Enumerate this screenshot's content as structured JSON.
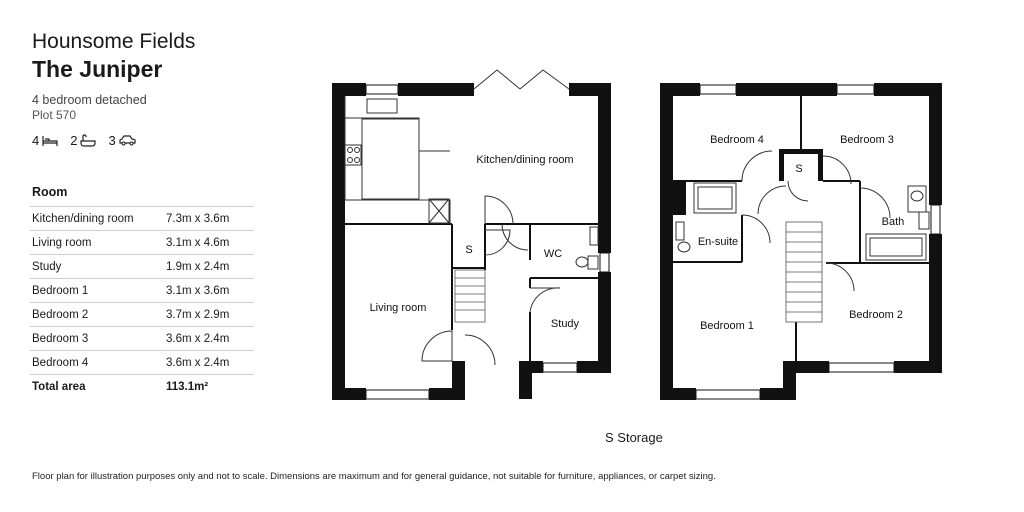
{
  "header": {
    "development": "Hounsome Fields",
    "house_type": "The Juniper",
    "description": "4 bedroom detached",
    "plot": "Plot 570"
  },
  "features": {
    "bedrooms": "4",
    "bedrooms_icon": "bed-icon",
    "bathrooms": "2",
    "bathrooms_icon": "bath-icon",
    "parking": "3",
    "parking_icon": "car-icon"
  },
  "room_table": {
    "header": "Room",
    "rows": [
      {
        "name": "Kitchen/dining room",
        "dims": "7.3m x 3.6m"
      },
      {
        "name": "Living room",
        "dims": "3.1m x 4.6m"
      },
      {
        "name": "Study",
        "dims": "1.9m x 2.4m"
      },
      {
        "name": "Bedroom 1",
        "dims": "3.1m x 3.6m"
      },
      {
        "name": "Bedroom 2",
        "dims": "3.7m x 2.9m"
      },
      {
        "name": "Bedroom 3",
        "dims": "3.6m x 2.4m"
      },
      {
        "name": "Bedroom 4",
        "dims": "3.6m x 2.4m"
      }
    ],
    "total_label": "Total area",
    "total_value": "113.1m²"
  },
  "ground_floor": {
    "kitchen": "Kitchen/dining room",
    "living": "Living room",
    "storage": "S",
    "wc": "WC",
    "study": "Study"
  },
  "first_floor": {
    "bed1": "Bedroom 1",
    "bed2": "Bedroom 2",
    "bed3": "Bedroom 3",
    "bed4": "Bedroom 4",
    "storage": "S",
    "ensuite": "En-suite",
    "bath": "Bath"
  },
  "legend": "S  Storage",
  "footnote": "Floor plan for illustration purposes only and not to scale. Dimensions are maximum and for general guidance, not suitable for furniture, appliances, or carpet sizing."
}
